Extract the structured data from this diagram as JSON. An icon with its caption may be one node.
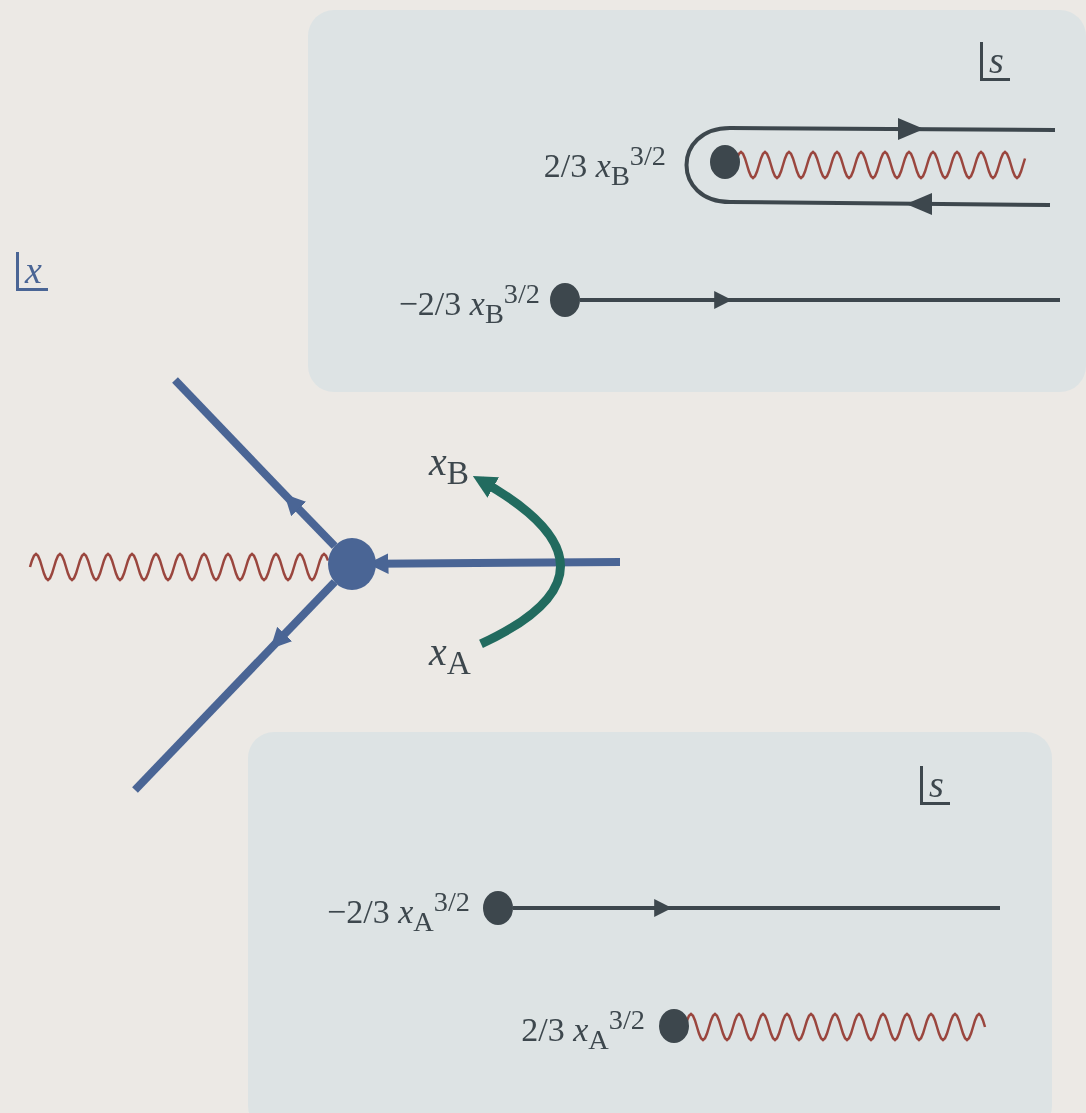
{
  "diagram": {
    "nodes": [
      {
        "text": [
          "s"
        ]
      },
      {
        "text": [],
        "shape": "circle",
        "in": 0,
        "beside": [
          "2/3 *x*$_{B}$$^{3/2}$"
        ]
      },
      {
        "text": [],
        "shape": "circle",
        "in": 0,
        "beside": [
          "−2/3 *x*$_{B}$$^{3/2}$"
        ]
      },
      {
        "text": [],
        "shape": "circle"
      },
      {
        "text": [
          "*x*$_{B}$"
        ]
      },
      {
        "text": [
          "*x*$_{A}$"
        ]
      },
      {
        "text": [
          "s"
        ]
      },
      {
        "text": [],
        "shape": "circle",
        "in": 6,
        "beside": [
          "−2/3 *x*$_{A}$$^{3/2}$"
        ]
      },
      {
        "text": [],
        "shape": "circle",
        "in": 6,
        "beside": [
          "2/3 *x*$_{A}$$^{3/2}$"
        ]
      }
    ],
    "edges": [
      {
        "from": 2,
        "to": null,
        "arrow": "to",
        "color": "#3d474d"
      },
      {
        "from": 3,
        "to": null,
        "arrow": "to"
      },
      {
        "from": null,
        "to": 3,
        "arrow": "to"
      },
      {
        "from": 5,
        "to": 4,
        "arrow": "to",
        "color": "#226b5f"
      },
      {
        "from": 3,
        "to": null,
        "arrow": "to"
      },
      {
        "from": 7,
        "to": null,
        "arrow": "to",
        "color": "#3d474d"
      }
    ],
    "labels": [
      "x"
    ]
  }
}
